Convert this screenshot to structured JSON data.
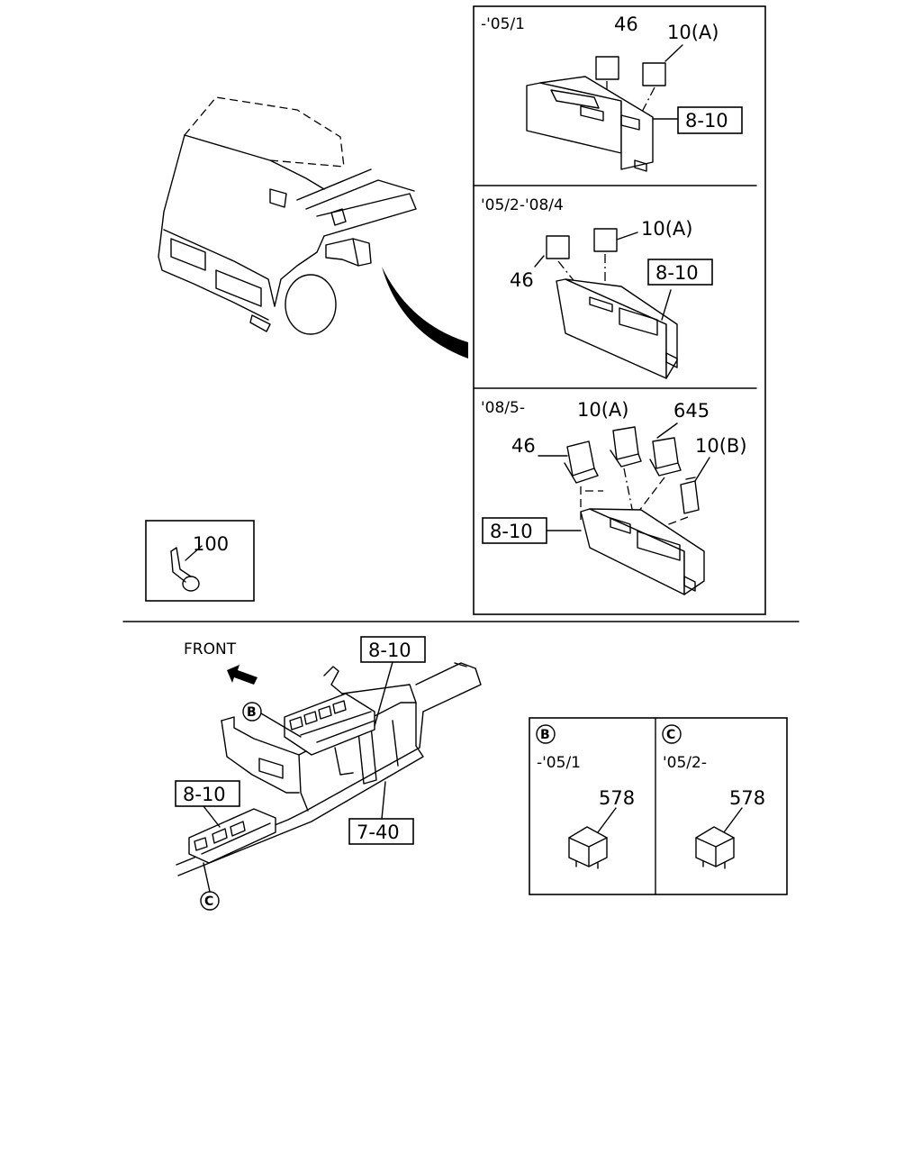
{
  "top_panels": [
    {
      "period": "-'05/1",
      "labels": {
        "p46": "46",
        "p10a": "10(A)",
        "box": "8-10"
      }
    },
    {
      "period": "'05/2-'08/4",
      "labels": {
        "p46": "46",
        "p10a": "10(A)",
        "box": "8-10"
      }
    },
    {
      "period": "'08/5-",
      "labels": {
        "p46": "46",
        "p10a": "10(A)",
        "p645": "645",
        "p10b": "10(B)",
        "box": "8-10"
      }
    }
  ],
  "clip_part": {
    "label": "100"
  },
  "lower": {
    "front_label": "FRONT",
    "ref_box_top": "8-10",
    "ref_box_left": "8-10",
    "ref_box_frame": "7-40",
    "marker_b": "B",
    "marker_c": "C"
  },
  "detail_panels": [
    {
      "marker": "B",
      "period": "-'05/1",
      "part": "578"
    },
    {
      "marker": "C",
      "period": "'05/2-",
      "part": "578"
    }
  ]
}
